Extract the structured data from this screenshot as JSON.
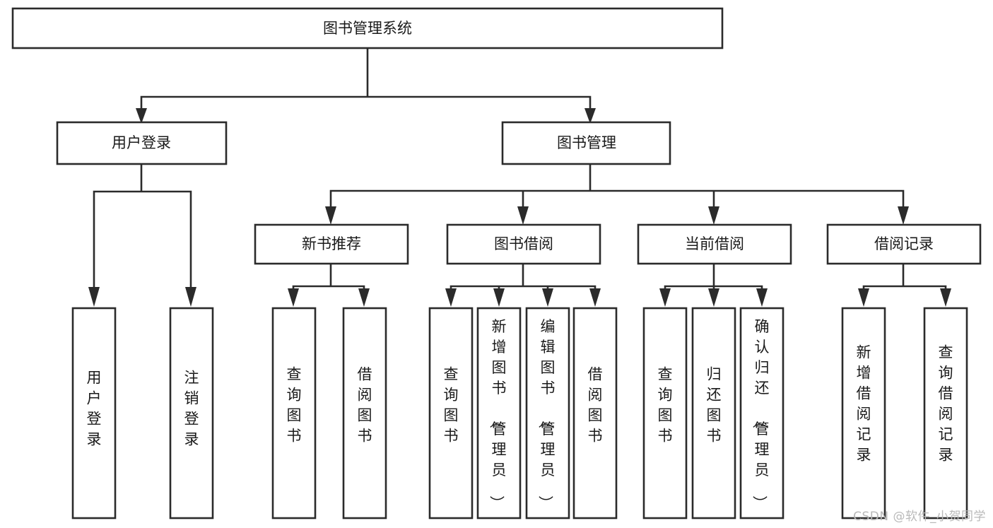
{
  "diagram": {
    "type": "tree-hierarchy",
    "title": "图书管理系统",
    "orientation": "top-down",
    "colors": {
      "stroke": "#2b2b2b",
      "box_fill": "#ffffff",
      "text": "#1a1a1a",
      "background": "#ffffff",
      "watermark": "#b9b9b9"
    },
    "nodes": {
      "root": {
        "label": "图书管理系统",
        "level": 0,
        "orientation": "horizontal"
      },
      "user_login": {
        "label": "用户登录",
        "level": 1,
        "orientation": "horizontal"
      },
      "book_manage": {
        "label": "图书管理",
        "level": 1,
        "orientation": "horizontal"
      },
      "new_book_rec": {
        "label": "新书推荐",
        "level": 2,
        "orientation": "horizontal"
      },
      "book_borrow": {
        "label": "图书借阅",
        "level": 2,
        "orientation": "horizontal"
      },
      "current_borrow": {
        "label": "当前借阅",
        "level": 2,
        "orientation": "horizontal"
      },
      "borrow_record": {
        "label": "借阅记录",
        "level": 2,
        "orientation": "horizontal"
      },
      "leaf_user_login": {
        "label": "用户登录",
        "level": 3,
        "orientation": "vertical"
      },
      "leaf_logout": {
        "label": "注销登录",
        "level": 3,
        "orientation": "vertical"
      },
      "leaf_query_book_1": {
        "label": "查询图书",
        "level": 3,
        "orientation": "vertical"
      },
      "leaf_borrow_book_1": {
        "label": "借阅图书",
        "level": 3,
        "orientation": "vertical"
      },
      "leaf_query_book_2": {
        "label": "查询图书",
        "level": 3,
        "orientation": "vertical"
      },
      "leaf_add_book": {
        "label": "新增图书（管理员）",
        "level": 3,
        "orientation": "vertical"
      },
      "leaf_edit_book": {
        "label": "编辑图书（管理员）",
        "level": 3,
        "orientation": "vertical"
      },
      "leaf_borrow_book_2": {
        "label": "借阅图书",
        "level": 3,
        "orientation": "vertical"
      },
      "leaf_query_book_3": {
        "label": "查询图书",
        "level": 3,
        "orientation": "vertical"
      },
      "leaf_return_book": {
        "label": "归还图书",
        "level": 3,
        "orientation": "vertical"
      },
      "leaf_confirm_return": {
        "label": "确认归还（管理员）",
        "level": 3,
        "orientation": "vertical"
      },
      "leaf_add_record": {
        "label": "新增借阅记录",
        "level": 3,
        "orientation": "vertical"
      },
      "leaf_query_record": {
        "label": "查询借阅记录",
        "level": 3,
        "orientation": "vertical"
      }
    },
    "edges": [
      {
        "from": "root",
        "to": "user_login"
      },
      {
        "from": "root",
        "to": "book_manage"
      },
      {
        "from": "book_manage",
        "to": "new_book_rec"
      },
      {
        "from": "book_manage",
        "to": "book_borrow"
      },
      {
        "from": "book_manage",
        "to": "current_borrow"
      },
      {
        "from": "book_manage",
        "to": "borrow_record"
      },
      {
        "from": "user_login",
        "to": "leaf_user_login"
      },
      {
        "from": "user_login",
        "to": "leaf_logout"
      },
      {
        "from": "new_book_rec",
        "to": "leaf_query_book_1"
      },
      {
        "from": "new_book_rec",
        "to": "leaf_borrow_book_1"
      },
      {
        "from": "book_borrow",
        "to": "leaf_query_book_2"
      },
      {
        "from": "book_borrow",
        "to": "leaf_add_book"
      },
      {
        "from": "book_borrow",
        "to": "leaf_edit_book"
      },
      {
        "from": "book_borrow",
        "to": "leaf_borrow_book_2"
      },
      {
        "from": "current_borrow",
        "to": "leaf_query_book_3"
      },
      {
        "from": "current_borrow",
        "to": "leaf_return_book"
      },
      {
        "from": "current_borrow",
        "to": "leaf_confirm_return"
      },
      {
        "from": "borrow_record",
        "to": "leaf_add_record"
      },
      {
        "from": "borrow_record",
        "to": "leaf_query_record"
      }
    ]
  },
  "watermark": {
    "text": "CSDN @软件_小贺同学"
  }
}
